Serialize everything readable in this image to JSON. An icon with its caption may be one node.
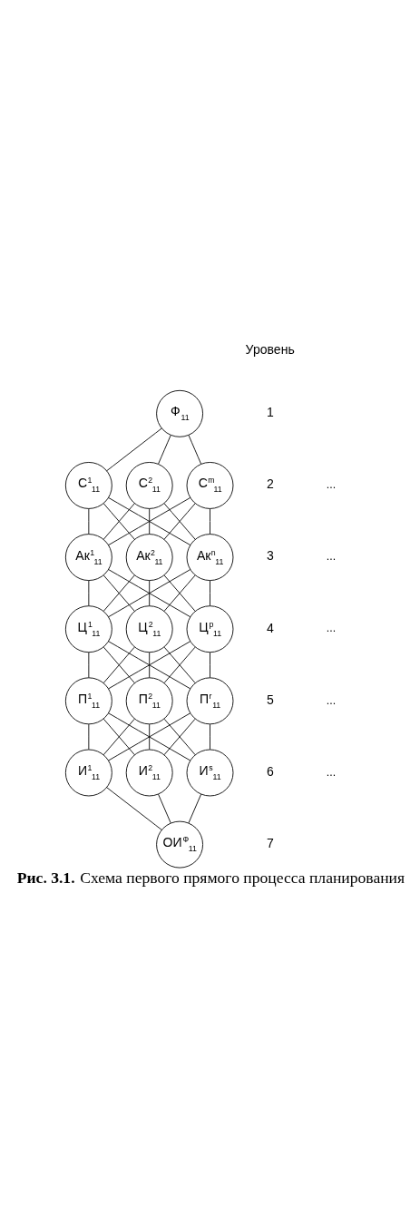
{
  "diagram": {
    "caption": "**Рис. 3.1.** Схема первого прямого процесса планирования",
    "nodes": [
      {
        "text": [
          "Ф$_{11}$"
        ]
      },
      {
        "text": [
          "С$^{1}$$_{11}$"
        ]
      },
      {
        "text": [
          "С$^{2}$$_{11}$"
        ]
      },
      {
        "text": [
          "С$^{m}$$_{11}$"
        ]
      },
      {
        "text": [
          "Ак$^{1}$$_{11}$"
        ]
      },
      {
        "text": [
          "Ак$^{2}$$_{11}$"
        ]
      },
      {
        "text": [
          "Ак$^{n}$$_{11}$"
        ]
      },
      {
        "text": [
          "Ц$^{1}$$_{11}$"
        ]
      },
      {
        "text": [
          "Ц$^{2}$$_{11}$"
        ]
      },
      {
        "text": [
          "Ц$^{p}$$_{11}$"
        ]
      },
      {
        "text": [
          "П$^{1}$$_{11}$"
        ]
      },
      {
        "text": [
          "П$^{2}$$_{11}$"
        ]
      },
      {
        "text": [
          "П$^{r}$$_{11}$"
        ]
      },
      {
        "text": [
          "И$^{1}$$_{11}$"
        ]
      },
      {
        "text": [
          "И$^{2}$$_{11}$"
        ]
      },
      {
        "text": [
          "И$^{s}$$_{11}$"
        ]
      },
      {
        "text": [
          "ОИ$^{Ф}$$_{11}$"
        ]
      }
    ],
    "edges": [
      {
        "from": 0,
        "to": 1,
        "arrow": "none"
      },
      {
        "from": 0,
        "to": 2,
        "arrow": "none"
      },
      {
        "from": 0,
        "to": 3,
        "arrow": "none"
      },
      {
        "from": 1,
        "to": 4,
        "arrow": "none"
      },
      {
        "from": 1,
        "to": 5,
        "arrow": "none"
      },
      {
        "from": 1,
        "to": 6,
        "arrow": "none"
      },
      {
        "from": 2,
        "to": 4,
        "arrow": "none"
      },
      {
        "from": 2,
        "to": 5,
        "arrow": "none"
      },
      {
        "from": 2,
        "to": 6,
        "arrow": "none"
      },
      {
        "from": 3,
        "to": 4,
        "arrow": "none"
      },
      {
        "from": 3,
        "to": 5,
        "arrow": "none"
      },
      {
        "from": 3,
        "to": 6,
        "arrow": "none"
      },
      {
        "from": 4,
        "to": 7,
        "arrow": "none"
      },
      {
        "from": 4,
        "to": 8,
        "arrow": "none"
      },
      {
        "from": 4,
        "to": 9,
        "arrow": "none"
      },
      {
        "from": 5,
        "to": 7,
        "arrow": "none"
      },
      {
        "from": 5,
        "to": 8,
        "arrow": "none"
      },
      {
        "from": 5,
        "to": 9,
        "arrow": "none"
      },
      {
        "from": 6,
        "to": 7,
        "arrow": "none"
      },
      {
        "from": 6,
        "to": 8,
        "arrow": "none"
      },
      {
        "from": 6,
        "to": 9,
        "arrow": "none"
      },
      {
        "from": 7,
        "to": 10,
        "arrow": "none"
      },
      {
        "from": 7,
        "to": 11,
        "arrow": "none"
      },
      {
        "from": 7,
        "to": 12,
        "arrow": "none"
      },
      {
        "from": 8,
        "to": 10,
        "arrow": "none"
      },
      {
        "from": 8,
        "to": 11,
        "arrow": "none"
      },
      {
        "from": 8,
        "to": 12,
        "arrow": "none"
      },
      {
        "from": 9,
        "to": 10,
        "arrow": "none"
      },
      {
        "from": 9,
        "to": 11,
        "arrow": "none"
      },
      {
        "from": 9,
        "to": 12,
        "arrow": "none"
      },
      {
        "from": 10,
        "to": 13,
        "arrow": "none"
      },
      {
        "from": 10,
        "to": 14,
        "arrow": "none"
      },
      {
        "from": 10,
        "to": 15,
        "arrow": "none"
      },
      {
        "from": 11,
        "to": 13,
        "arrow": "none"
      },
      {
        "from": 11,
        "to": 14,
        "arrow": "none"
      },
      {
        "from": 11,
        "to": 15,
        "arrow": "none"
      },
      {
        "from": 12,
        "to": 13,
        "arrow": "none"
      },
      {
        "from": 12,
        "to": 14,
        "arrow": "none"
      },
      {
        "from": 12,
        "to": 15,
        "arrow": "none"
      },
      {
        "from": 13,
        "to": 16,
        "arrow": "none"
      },
      {
        "from": 14,
        "to": 16,
        "arrow": "none"
      },
      {
        "from": 15,
        "to": 16,
        "arrow": "none"
      }
    ],
    "labels": [
      "Уровень",
      "1",
      "2",
      "...",
      "3",
      "...",
      "4",
      "...",
      "5",
      "...",
      "6",
      "...",
      "7"
    ]
  }
}
